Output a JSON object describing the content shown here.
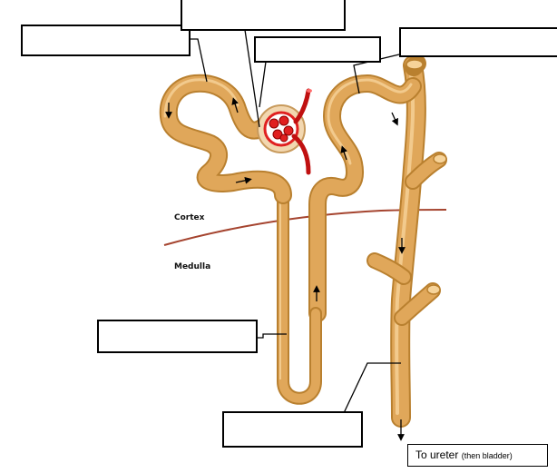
{
  "diagram": {
    "regions": {
      "cortex": "Cortex",
      "medulla": "Medulla"
    },
    "ureter_label": {
      "main": "To ureter",
      "note": "(then bladder)"
    },
    "blank_label_boxes": [
      {
        "id": "box-1"
      },
      {
        "id": "box-2"
      },
      {
        "id": "box-3"
      },
      {
        "id": "box-4"
      },
      {
        "id": "box-5"
      },
      {
        "id": "box-6"
      }
    ],
    "colors": {
      "tubule_fill": "#E0A75A",
      "tubule_dark": "#B9802F",
      "tubule_light": "#F6D39A",
      "glomerulus": "#E02020",
      "capsule": "#F2D7B0",
      "cortex_boundary": "#A5442F",
      "leader_line": "#000000"
    }
  }
}
